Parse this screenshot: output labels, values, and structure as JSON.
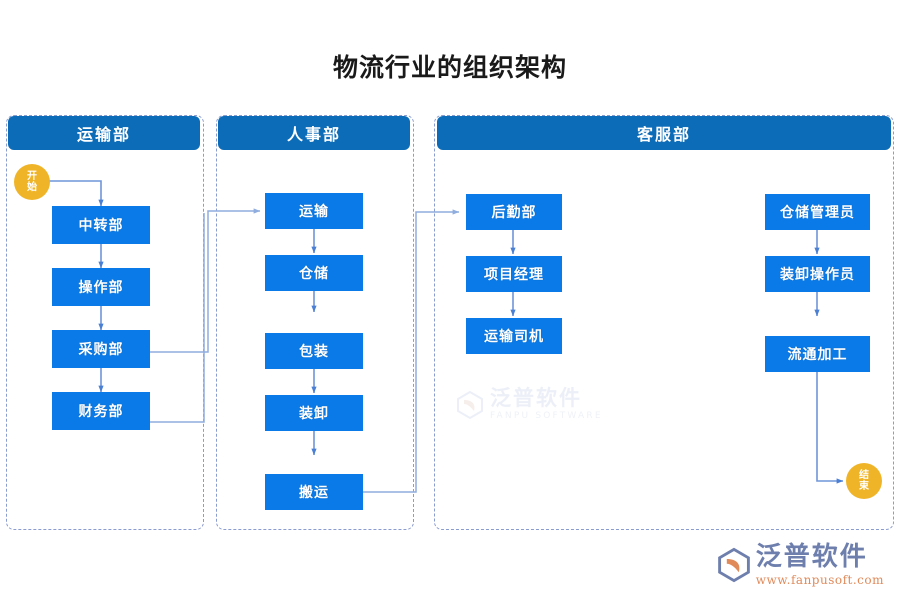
{
  "page": {
    "title": "物流行业的组织架构",
    "background": "#ffffff"
  },
  "colors": {
    "header_blue": "#0d6cb8",
    "node_blue": "#0a7ae8",
    "terminator_yellow": "#f0b429",
    "connector_blue": "#4a7fd4",
    "group_border": "#8a9bd0",
    "title_text": "#1a1a1a"
  },
  "groups": [
    {
      "id": "transport-dept",
      "header": "运输部",
      "nodes": [
        {
          "label": "中转部"
        },
        {
          "label": "操作部"
        },
        {
          "label": "采购部"
        },
        {
          "label": "财务部"
        }
      ]
    },
    {
      "id": "hr-dept",
      "header": "人事部",
      "nodes": [
        {
          "label": "运输"
        },
        {
          "label": "仓储"
        },
        {
          "label": "包装"
        },
        {
          "label": "装卸"
        },
        {
          "label": "搬运"
        }
      ]
    },
    {
      "id": "customer-service-dept",
      "header": "客服部",
      "nodes_left": [
        {
          "label": "后勤部"
        },
        {
          "label": "项目经理"
        },
        {
          "label": "运输司机"
        }
      ],
      "nodes_right": [
        {
          "label": "仓储管理员"
        },
        {
          "label": "装卸操作员"
        },
        {
          "label": "流通加工"
        }
      ]
    }
  ],
  "terminators": {
    "start": "开始",
    "end": "结束"
  },
  "watermark": {
    "center_cn": "泛普软件",
    "center_en": "FANPU SOFTWARE"
  },
  "logo": {
    "cn": "泛普软件",
    "url": "www.fanpusoft.com"
  }
}
